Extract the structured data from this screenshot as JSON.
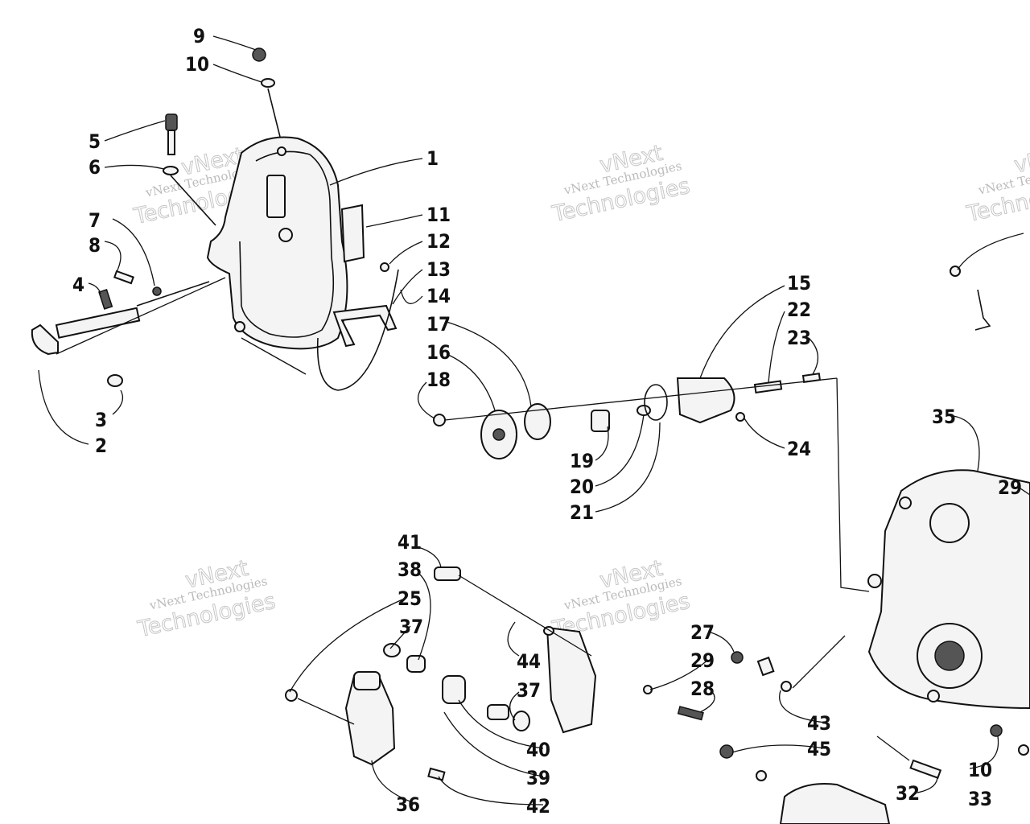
{
  "watermark": {
    "line1": "vNext",
    "line2": "vNext Technologies",
    "line3": "Technologies"
  },
  "callouts": [
    "1",
    "2",
    "3",
    "4",
    "5",
    "6",
    "7",
    "8",
    "9",
    "10",
    "11",
    "12",
    "13",
    "14",
    "15",
    "16",
    "17",
    "18",
    "19",
    "20",
    "21",
    "22",
    "23",
    "24",
    "25",
    "27",
    "28",
    "29",
    "32",
    "33",
    "35",
    "36",
    "37",
    "38",
    "39",
    "40",
    "41",
    "42",
    "43",
    "44",
    "45"
  ]
}
